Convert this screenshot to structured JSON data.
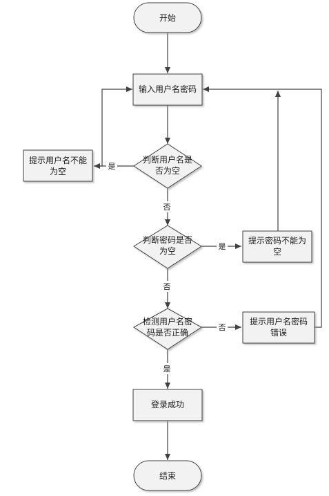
{
  "nodes": {
    "start": "开始",
    "input": "输入用户名密码",
    "check_user": [
      "判断用户名是",
      "否为空"
    ],
    "tip_user": [
      "提示用户名不能",
      "为空"
    ],
    "check_pwd": [
      "判断密码是否",
      "为空"
    ],
    "tip_pwd": [
      "提示密码不能为",
      "空"
    ],
    "verify": [
      "检测用户名密",
      "码是否正确"
    ],
    "tip_wrong": [
      "提示用户名密码",
      "错误"
    ],
    "success": "登录成功",
    "end": "结束"
  },
  "edges": {
    "user_yes": "是",
    "user_no": "否",
    "pwd_yes": "是",
    "pwd_no": "否",
    "verify_no": "否",
    "verify_yes": "是"
  }
}
